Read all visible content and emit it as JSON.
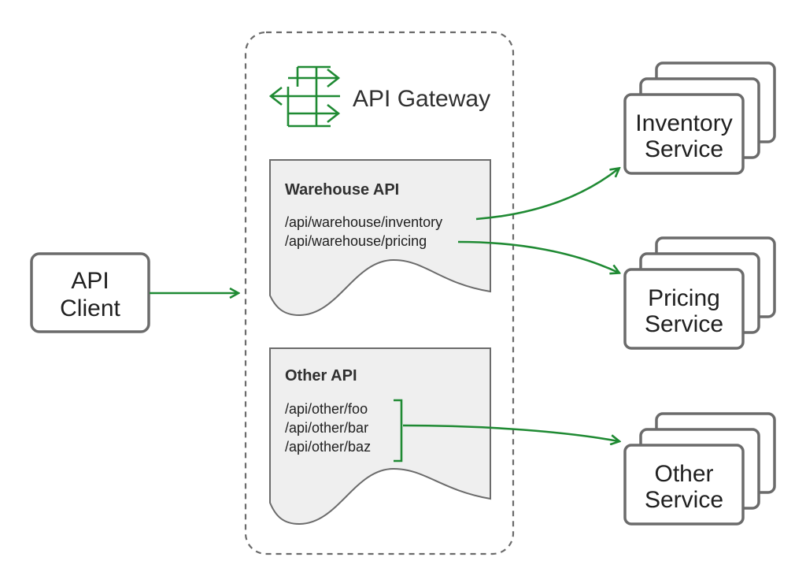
{
  "gateway": {
    "title": "API Gateway",
    "icon": "gateway-arrows-icon",
    "accent": "#1f8a33"
  },
  "client": {
    "line1": "API",
    "line2": "Client"
  },
  "warehouse_api": {
    "title": "Warehouse API",
    "routes": [
      "/api/warehouse/inventory",
      "/api/warehouse/pricing"
    ]
  },
  "other_api": {
    "title": "Other API",
    "routes": [
      "/api/other/foo",
      "/api/other/bar",
      "/api/other/baz"
    ]
  },
  "services": [
    {
      "line1": "Inventory",
      "line2": "Service"
    },
    {
      "line1": "Pricing",
      "line2": "Service"
    },
    {
      "line1": "Other",
      "line2": "Service"
    }
  ],
  "colors": {
    "arrow": "#1f8a33",
    "border": "#6b6b6b",
    "doc_fill": "#efefef"
  }
}
